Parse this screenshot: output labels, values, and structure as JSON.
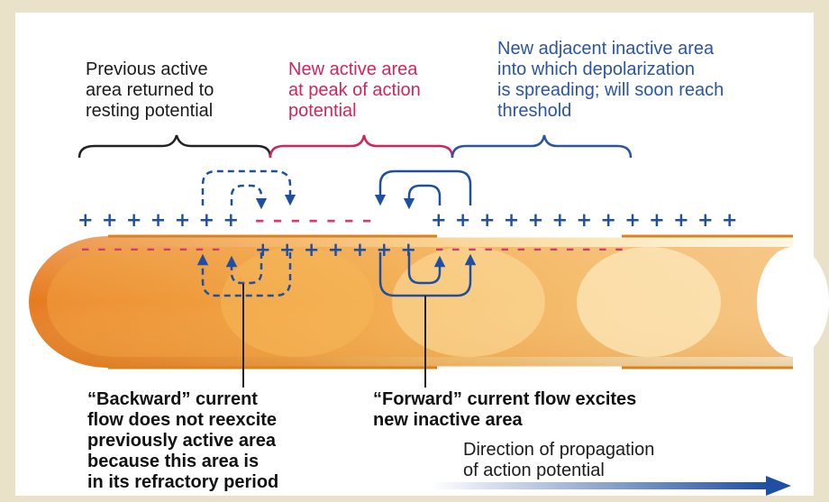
{
  "labels": {
    "previous_active": "Previous active\narea returned to\nresting potential",
    "new_active": "New active area\nat peak of action\npotential",
    "adjacent_inactive": "New adjacent inactive area\ninto which depolarization\nis spreading; will soon reach\nthreshold",
    "backward_current": "“Backward” current\nflow does not reexcite\npreviously active area\nbecause this area is\nin its refractory period",
    "forward_current": "“Forward” current flow excites\nnew inactive area",
    "direction": "Direction of propagation\nof action potential"
  },
  "membrane_charges": {
    "outer_left_plus": "+ + + + + + +",
    "outer_mid_minus": "– – – – – – –",
    "outer_right_plus": "+ + + + + + + + + + + + +",
    "inner_left_minus": "– – – – – – – – –",
    "inner_mid_plus": "+ + + + + + +",
    "inner_right_minus": "– – – – – – – – – – – –"
  },
  "colors": {
    "background": "#e9e2c9",
    "text_black": "#1b1b1b",
    "text_red": "#d4245a",
    "text_blue": "#2a55a4",
    "plus_blue": "#1f4fa3",
    "minus_red": "#d23c6e",
    "axon_orange": "#e88b2a",
    "axon_light": "#fbe8b8"
  }
}
